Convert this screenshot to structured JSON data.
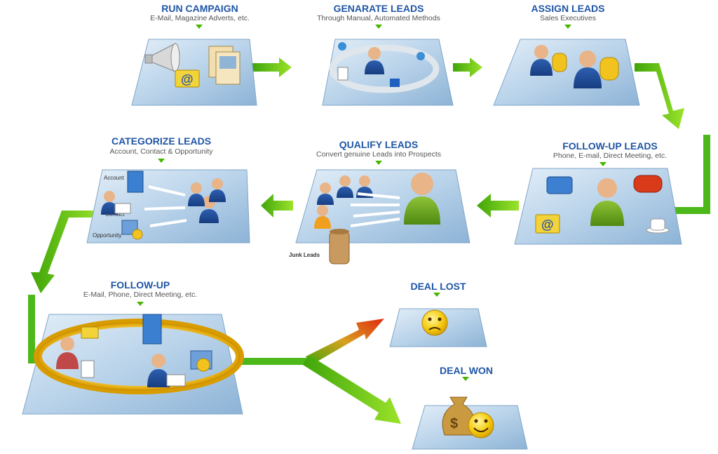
{
  "stages": {
    "run_campaign": {
      "title": "RUN CAMPAIGN",
      "subtitle": "E-Mail, Magazine Adverts, etc."
    },
    "generate_leads": {
      "title": "GENARATE LEADS",
      "subtitle": "Through Manual, Automated Methods"
    },
    "assign_leads": {
      "title": "ASSIGN LEADS",
      "subtitle": "Sales Executives"
    },
    "categorize_leads": {
      "title": "CATEGORIZE LEADS",
      "subtitle": "Account, Contact & Opportunity"
    },
    "qualify_leads": {
      "title": "QUALIFY LEADS",
      "subtitle": "Convert genuine Leads into Prospects"
    },
    "follow_up_leads": {
      "title": "FOLLOW-UP LEADS",
      "subtitle": "Phone, E-mail, Direct Meeting, etc."
    },
    "follow_up": {
      "title": "FOLLOW-UP",
      "subtitle": "E-Mail, Phone, Direct Meeting, etc."
    },
    "deal_lost": {
      "title": "DEAL LOST"
    },
    "deal_won": {
      "title": "DEAL WON"
    }
  },
  "labels": {
    "account": "Account",
    "contact": "Contact",
    "opportunity": "Opportunity",
    "junk_leads": "Junk Leads"
  },
  "colors": {
    "title": "#1f56a6",
    "arrow_green": "#5cc216",
    "panel_blue": "#b9d4ea",
    "lost_arrow": "#e03010"
  }
}
